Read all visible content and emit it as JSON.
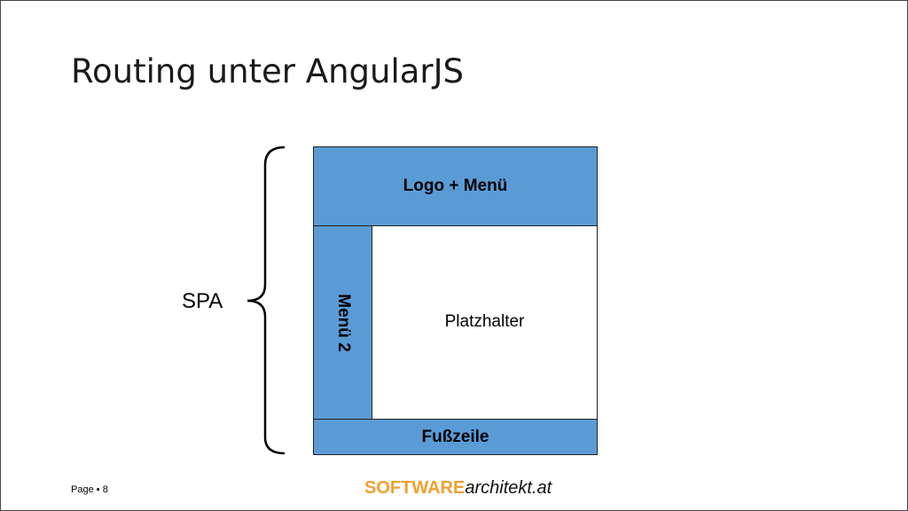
{
  "slide": {
    "title": "Routing unter AngularJS",
    "page_label": "Page ▪ 8"
  },
  "diagram": {
    "spa_label": "SPA",
    "header_label": "Logo + Menü",
    "side_label": "Menü 2",
    "content_label": "Platzhalter",
    "footer_label": "Fußzeile",
    "box_color": "#5b9bd5"
  },
  "branding": {
    "logo_part1": "SOFTWARE",
    "logo_part2": "architekt.at",
    "logo_color": "#f0a030"
  }
}
